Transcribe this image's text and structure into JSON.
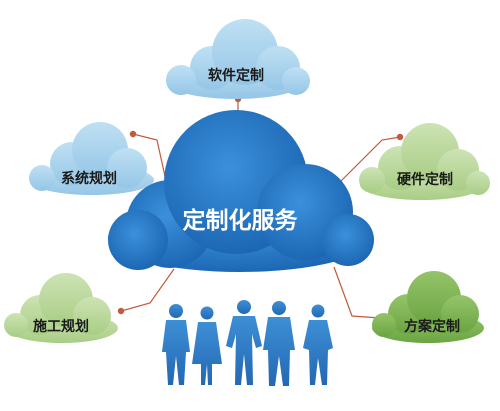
{
  "center": {
    "label": "定制化服务",
    "color": "#2174c4"
  },
  "nodes": {
    "software": {
      "label": "软件定制",
      "color": "#a6d1ec"
    },
    "system": {
      "label": "系统规划",
      "color": "#a6d1ec"
    },
    "hardware": {
      "label": "硬件定制",
      "color": "#b7d59a"
    },
    "construction": {
      "label": "施工规划",
      "color": "#b7d59a"
    },
    "solution": {
      "label": "方案定制",
      "color": "#7ab04e"
    }
  },
  "colors": {
    "connector": "#c25a3c",
    "people": "#2e7ec8",
    "label_text": "#1a1a1a",
    "center_text": "#ffffff"
  },
  "icons": {
    "people": "business-people-icon"
  }
}
